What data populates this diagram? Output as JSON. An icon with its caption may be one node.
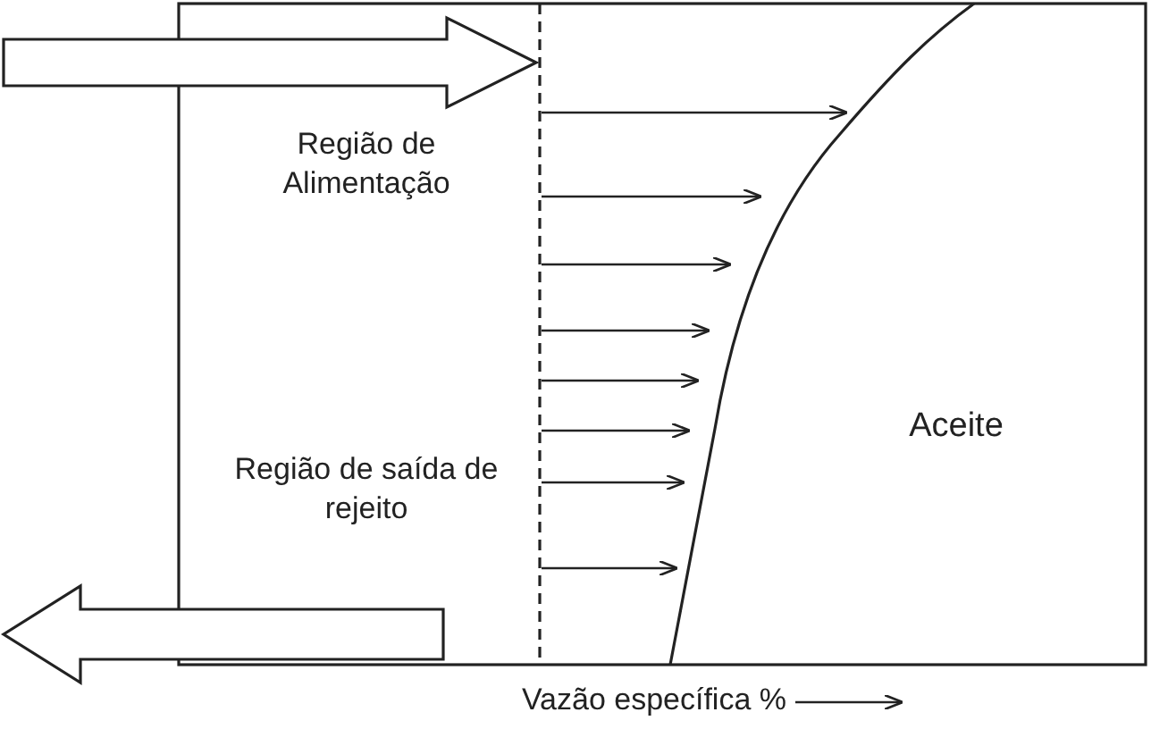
{
  "diagram": {
    "labels": [
      "Região de Alimentação",
      "Região de saída de rejeito",
      "Aceite",
      "Vazão específica %"
    ]
  }
}
